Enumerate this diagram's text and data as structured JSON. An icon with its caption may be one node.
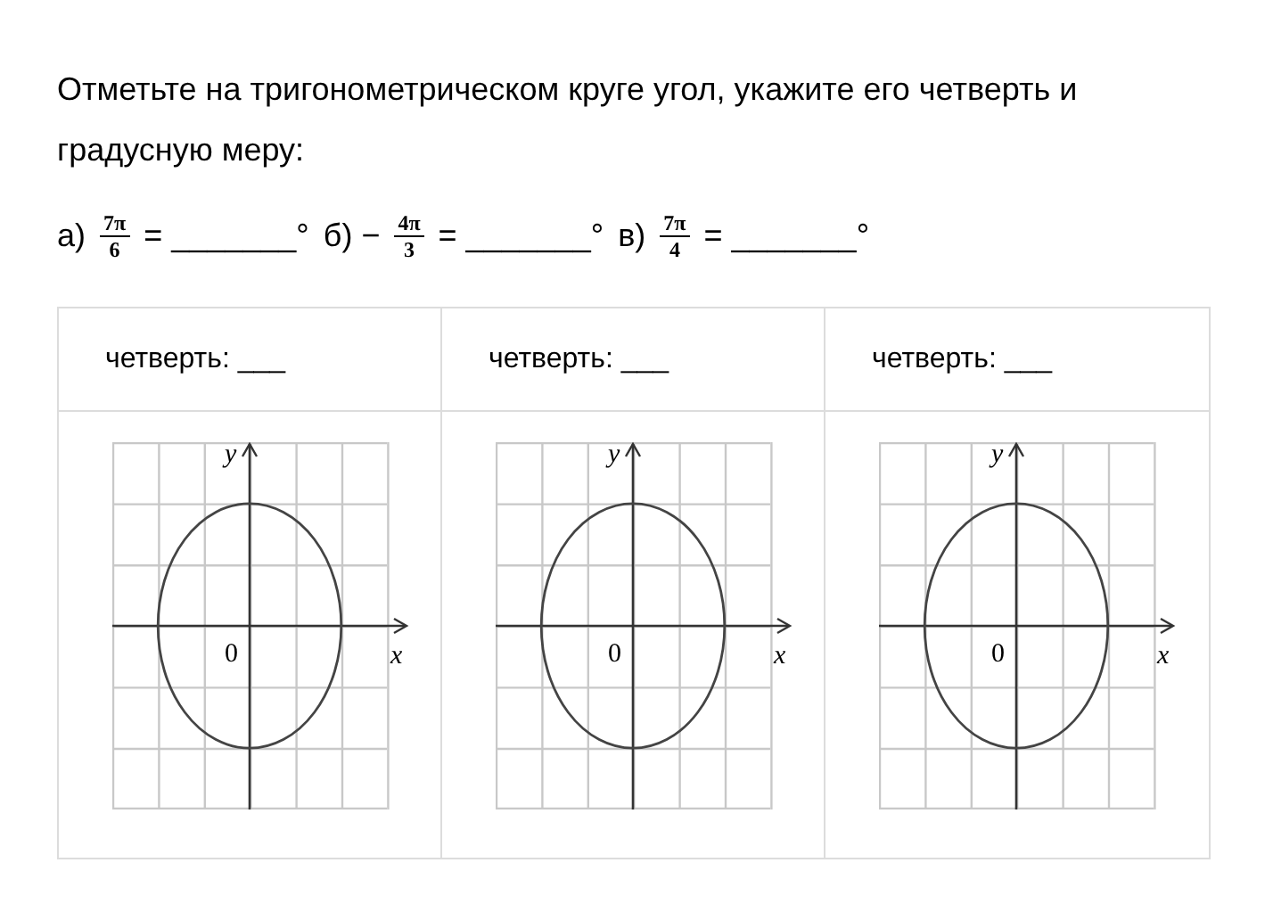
{
  "diagram": {
    "title": "Отметьте на тригонометрическом круге угол, укажите его четверть и градусную меру:",
    "labels": [
      "а)",
      "7π",
      "6",
      "= _______°",
      "б) −",
      "4π",
      "3",
      "= _______°",
      "в)",
      "7π",
      "4",
      "= _______°",
      "четверть: ___",
      "четверть: ___",
      "четверть: ___",
      "y",
      "0",
      "x",
      "y",
      "0",
      "x",
      "y",
      "0",
      "x"
    ]
  }
}
